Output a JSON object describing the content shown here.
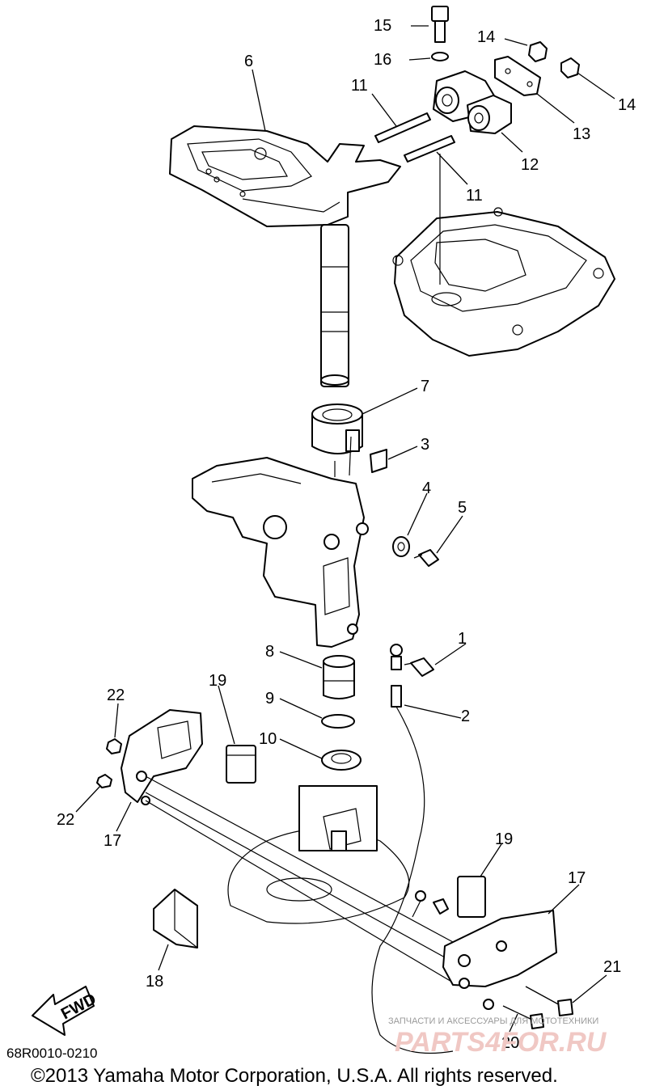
{
  "callouts": [
    "1",
    "2",
    "3",
    "4",
    "5",
    "6",
    "7",
    "8",
    "9",
    "10",
    "11",
    "11",
    "12",
    "13",
    "14",
    "14",
    "15",
    "16",
    "17",
    "17",
    "18",
    "19",
    "19",
    "20",
    "21",
    "22",
    "22"
  ],
  "fwd_label": "FWD",
  "diagram_code": "68R0010-0210",
  "copyright": "©2013 Yamaha Motor Corporation, U.S.A. All rights reserved.",
  "watermark": {
    "top_text": "ЗАПЧАСТИ И АКСЕССУАРЫ ДЛЯ МОТОТЕХНИКИ",
    "logo_text": "PARTS4FOR.RU"
  },
  "colors": {
    "line": "#000000",
    "background": "#ffffff",
    "watermark": "#f0c8c4"
  }
}
